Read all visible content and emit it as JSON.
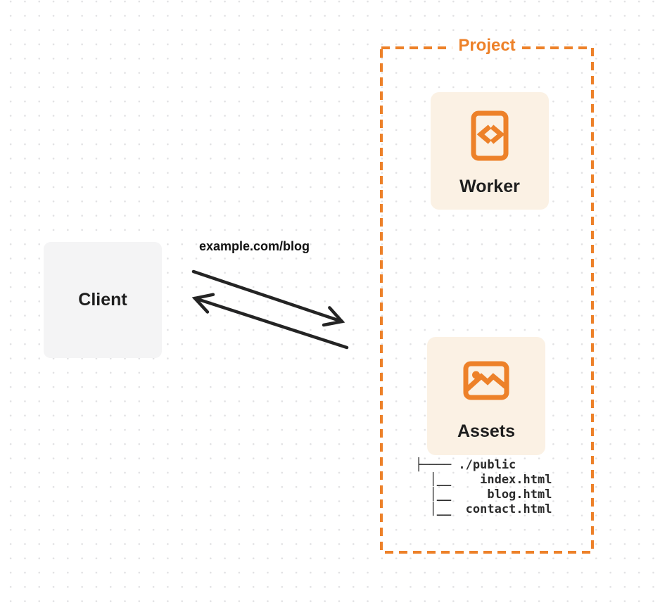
{
  "colors": {
    "accent": "#ED8129",
    "card_bg": "#FBF1E4",
    "client_bg": "#F4F4F5",
    "arrow": "#242424",
    "text_dark": "#1E1E1E",
    "tree_text": "#2B2B2B",
    "dot": "#E1E1E3"
  },
  "client": {
    "label": "Client"
  },
  "request": {
    "label": "example.com/blog"
  },
  "project": {
    "title": "Project",
    "worker": {
      "label": "Worker",
      "icon": "code-icon"
    },
    "assets": {
      "label": "Assets",
      "icon": "image-icon"
    },
    "file_tree": {
      "root": "./public",
      "files": [
        "index.html",
        "blog.html",
        "contact.html"
      ],
      "lines": [
        "├──── ./public",
        "  │__    index.html",
        "  │__     blog.html",
        "  │__  contact.html"
      ]
    }
  }
}
